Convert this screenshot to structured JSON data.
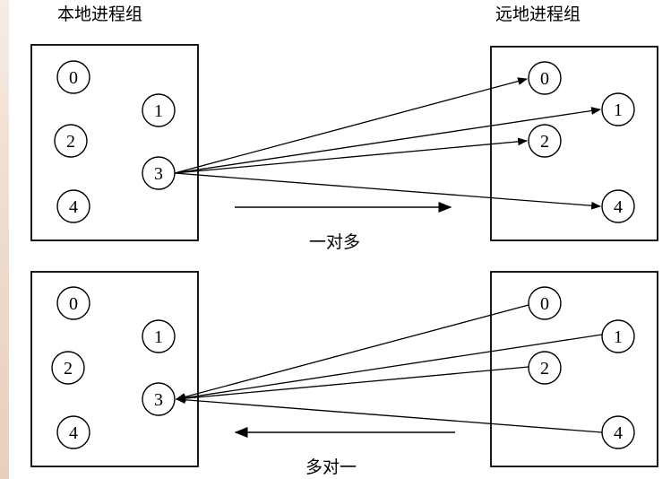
{
  "headers": {
    "local": "本地进程组",
    "remote": "远地进程组"
  },
  "captions": {
    "one_to_many": "一对多",
    "many_to_one": "多对一"
  },
  "panels": {
    "top": {
      "local_nodes": [
        "0",
        "1",
        "2",
        "3",
        "4"
      ],
      "remote_nodes": [
        "0",
        "1",
        "2",
        "4"
      ],
      "edges": [
        {
          "from": "local-3",
          "to": "remote-0"
        },
        {
          "from": "local-3",
          "to": "remote-1"
        },
        {
          "from": "local-3",
          "to": "remote-2"
        },
        {
          "from": "local-3",
          "to": "remote-4"
        }
      ]
    },
    "bottom": {
      "local_nodes": [
        "0",
        "1",
        "2",
        "3",
        "4"
      ],
      "remote_nodes": [
        "0",
        "1",
        "2",
        "4"
      ],
      "edges": [
        {
          "from": "remote-0",
          "to": "local-3"
        },
        {
          "from": "remote-1",
          "to": "local-3"
        },
        {
          "from": "remote-2",
          "to": "local-3"
        },
        {
          "from": "remote-4",
          "to": "local-3"
        }
      ]
    }
  }
}
